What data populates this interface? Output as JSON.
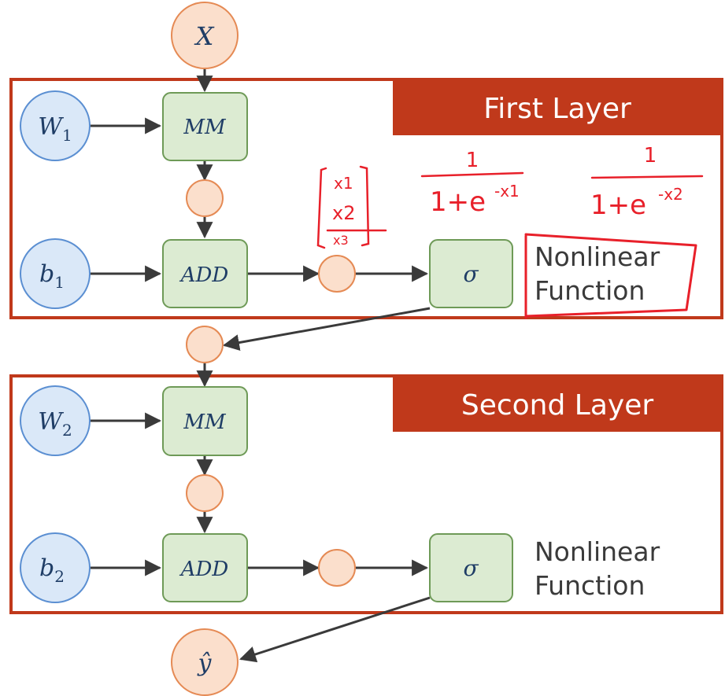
{
  "input_node": {
    "symbol": "X"
  },
  "output_node": {
    "symbol": "ŷ"
  },
  "layers": [
    {
      "title": "First Layer",
      "weight": {
        "base": "W",
        "sub": "1"
      },
      "bias": {
        "base": "b",
        "sub": "1"
      },
      "matmul_label": "MM",
      "add_label": "ADD",
      "activation_label": "σ",
      "nonlinear_label": [
        "Nonlinear",
        "Function"
      ]
    },
    {
      "title": "Second Layer",
      "weight": {
        "base": "W",
        "sub": "2"
      },
      "bias": {
        "base": "b",
        "sub": "2"
      },
      "matmul_label": "MM",
      "add_label": "ADD",
      "activation_label": "σ",
      "nonlinear_label": [
        "Nonlinear",
        "Function"
      ]
    }
  ],
  "annotations": {
    "vector": [
      "x1",
      "x2",
      "x3"
    ],
    "sigmoid_1": {
      "numerator": "1",
      "denominator": "1+e",
      "exponent": "-x1"
    },
    "sigmoid_2": {
      "numerator": "1",
      "denominator": "1+e",
      "exponent": "-x2"
    }
  },
  "colors": {
    "frame": "#c0391b",
    "banner": "#c0391b",
    "op_fill": "#dcebd2",
    "op_stroke": "#6e9a57",
    "param_fill": "#dae8f8",
    "param_stroke": "#5b8fd2",
    "data_fill": "#fbdfcc",
    "data_stroke": "#e58a54",
    "arrow": "#3a3a3a",
    "handwriting": "#e8202a"
  }
}
